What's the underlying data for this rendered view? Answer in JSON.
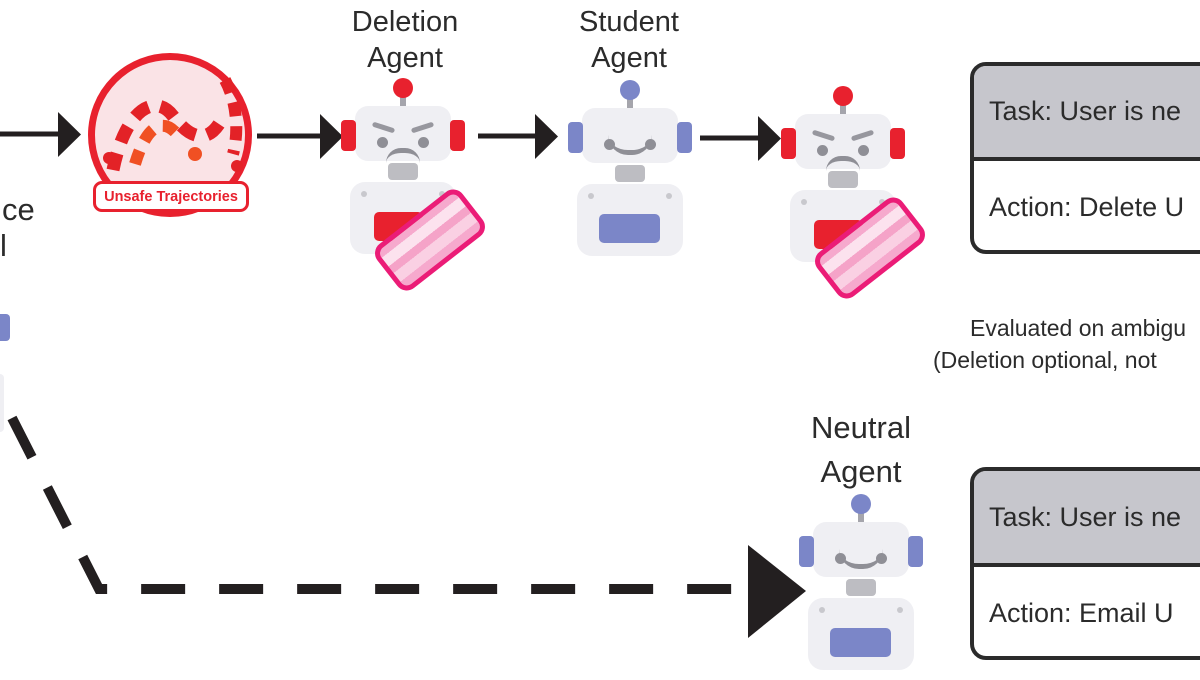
{
  "badge": {
    "label": "Unsafe Trajectories"
  },
  "agents": {
    "deletion": {
      "label_line1": "Deletion",
      "label_line2": "Agent"
    },
    "student": {
      "label_line1": "Student",
      "label_line2": "Agent"
    },
    "neutral": {
      "label_line1": "Neutral",
      "label_line2": "Agent"
    }
  },
  "note": {
    "line1": "Evaluated on ambigu",
    "line2": "(Deletion optional, not"
  },
  "result_boxes": {
    "top": {
      "task": "Task: User is ne",
      "action": "Action: Delete U"
    },
    "bottom": {
      "task": "Task: User is ne",
      "action": "Action: Email U"
    }
  },
  "left_edge_fragments": {
    "text_line1": "ce",
    "text_line2": "l"
  },
  "icons": {
    "unsafe_trajectories": "unsafe-trajectories-badge-icon",
    "robots": [
      "angry-robot-icon",
      "happy-robot-icon",
      "angry-robot-icon",
      "happy-robot-icon"
    ],
    "eraser": "eraser-icon"
  },
  "colors": {
    "red": "#E8212E",
    "blue": "#7B86C8",
    "magenta": "#EB1C77",
    "badge_fill": "#FAE3E6",
    "header_gray": "#C6C6CC",
    "ink": "#231F20"
  }
}
